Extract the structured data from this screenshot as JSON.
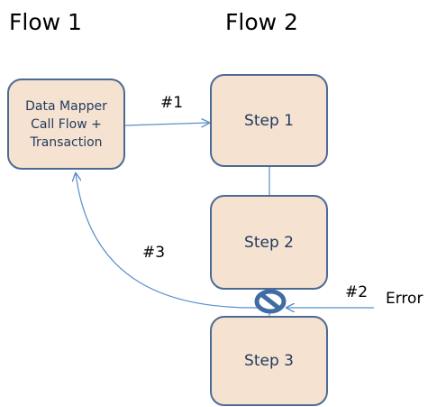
{
  "headings": {
    "flow1": "Flow 1",
    "flow2": "Flow 2"
  },
  "nodes": {
    "data_mapper": {
      "line1": "Data Mapper",
      "line2": "Call Flow +",
      "line3": "Transaction"
    },
    "step1": "Step 1",
    "step2": "Step 2",
    "step3": "Step 3"
  },
  "edges": {
    "label_1": "#1",
    "label_2": "#2",
    "label_3": "#3",
    "error": "Error"
  },
  "colors": {
    "box_fill": "#f6e2d0",
    "box_border": "#4c6a94",
    "arrow": "#5b8fc9",
    "stop_icon": "#3f6da3"
  },
  "icons": {
    "blocked": "no-entry-icon"
  }
}
